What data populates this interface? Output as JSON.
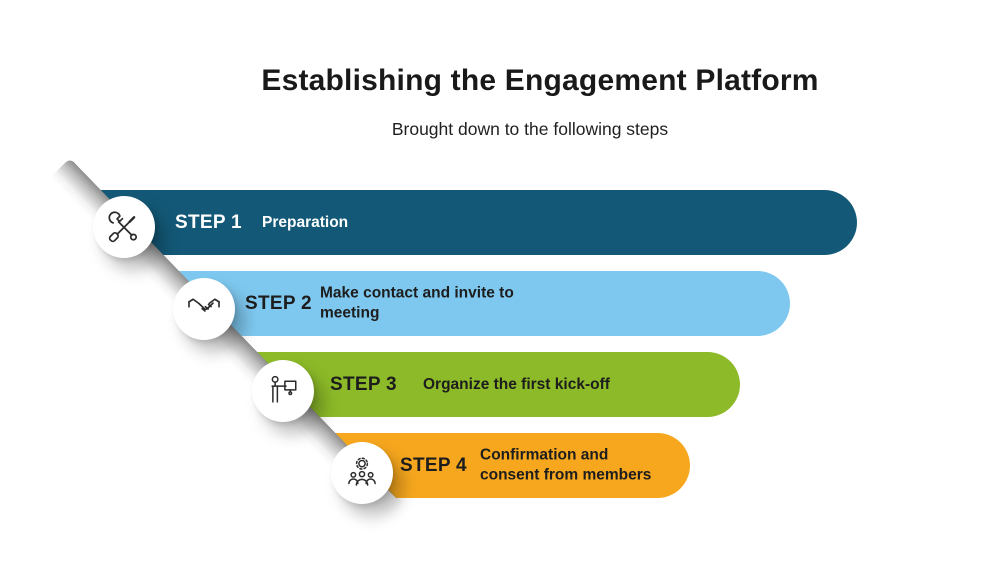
{
  "header": {
    "title": "Establishing the Engagement Platform",
    "subtitle": "Brought down to the following steps"
  },
  "steps": [
    {
      "label": "STEP 1",
      "description": "Preparation",
      "bar_color": "#135977",
      "text_color": "#ffffff",
      "icon": "tools-icon"
    },
    {
      "label": "STEP 2",
      "description": "Make contact and invite to meeting",
      "bar_color": "#7EC8EF",
      "text_color": "#1d1d1d",
      "icon": "handshake-icon"
    },
    {
      "label": "STEP 3",
      "description": "Organize the first kick-off",
      "bar_color": "#8CBA28",
      "text_color": "#1d1d1d",
      "icon": "presenter-icon"
    },
    {
      "label": "STEP 4",
      "description": "Confirmation and consent from members",
      "bar_color": "#F6A71E",
      "text_color": "#1d1d1d",
      "icon": "team-gear-icon"
    }
  ],
  "colors": {
    "background": "#ffffff",
    "ribbon": "#ffffff",
    "icon_stroke": "#2b2b2b",
    "title_text": "#191919"
  }
}
